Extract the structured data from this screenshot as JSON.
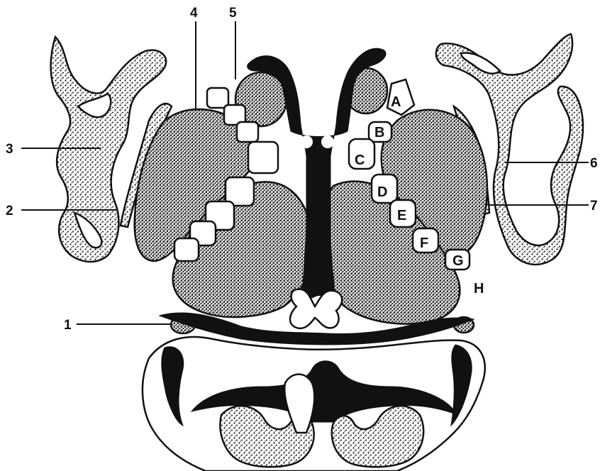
{
  "labels": {
    "numbers": [
      "1",
      "2",
      "3",
      "4",
      "5",
      "6",
      "7"
    ],
    "letters": [
      "A",
      "B",
      "C",
      "D",
      "E",
      "F",
      "G",
      "H"
    ]
  },
  "colors": {
    "ink": "#111111",
    "paper": "#ffffff"
  }
}
